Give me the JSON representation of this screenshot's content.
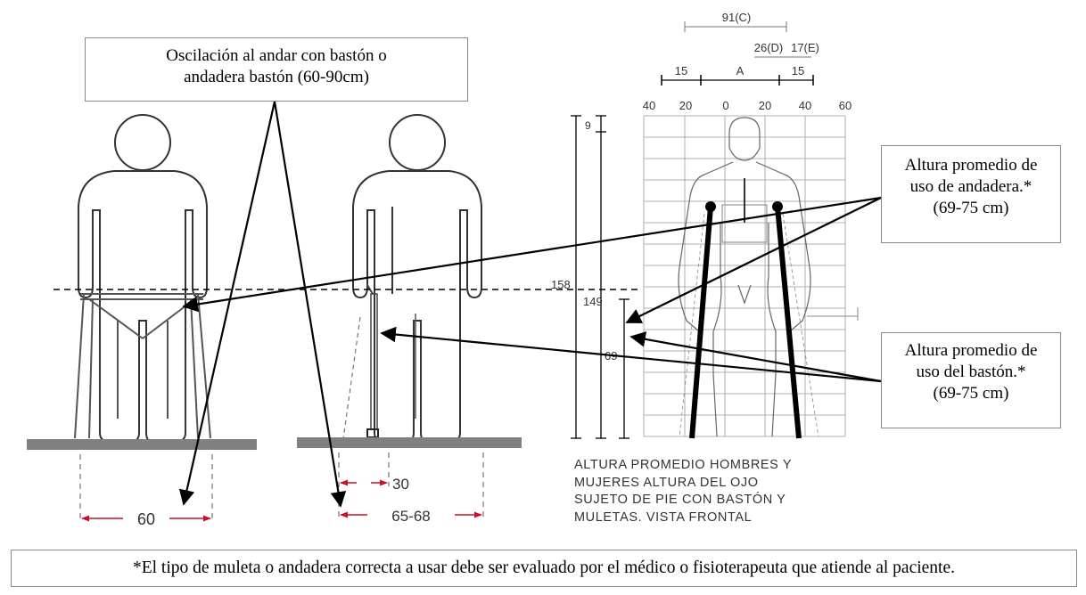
{
  "callouts": {
    "swing": [
      "Oscilación al andar con bastón o",
      "andadera bastón (60-90cm)"
    ],
    "walker_height": [
      "Altura promedio de",
      "uso de andadera.*",
      "(69-75 cm)"
    ],
    "cane_height": [
      "Altura promedio de",
      "uso del bastón.*",
      "(69-75 cm)"
    ]
  },
  "caption": [
    "ALTURA PROMEDIO HOMBRES Y",
    "MUJERES ALTURA DEL OJO",
    "SUJETO DE PIE CON BASTÓN Y",
    "MULETAS. VISTA FRONTAL"
  ],
  "footnote": "*El tipo de muleta o andadera correcta a usar debe ser evaluado por el médico o fisioterapeuta que atiende al paciente.",
  "dimensions": {
    "walker_width": "60",
    "cane_offset": "30",
    "cane_width": "65-68",
    "height_158": "158",
    "height_149": "149",
    "height_69": "69",
    "head_9": "9",
    "top_91c": "91(C)",
    "top_26d": "26(D)",
    "top_17e": "17(E)",
    "top_15_left": "15",
    "top_a": "A",
    "top_15_right": "15"
  },
  "grid_ticks": [
    "40",
    "20",
    "0",
    "20",
    "40",
    "60"
  ],
  "colors": {
    "accent_red": "#c8102e",
    "floor": "#808080",
    "line": "#000000"
  }
}
